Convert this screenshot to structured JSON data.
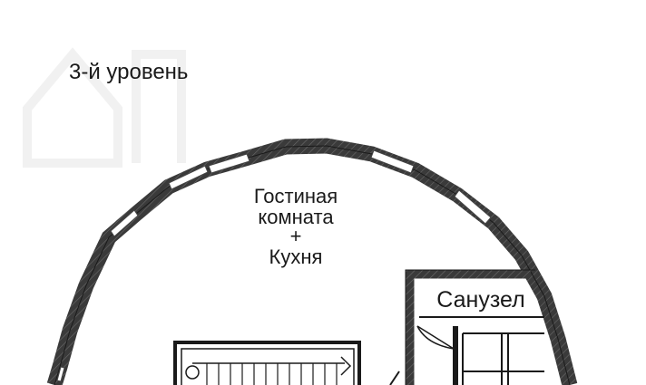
{
  "level_label": "3-й уровень",
  "rooms": {
    "living_line1": "Гостиная",
    "living_line2": "комната",
    "living_line3": "+",
    "living_line4": "Кухня",
    "bathroom": "Санузел"
  },
  "colors": {
    "wall": "#3a3a3a",
    "line": "#1a1a1a",
    "background": "#ffffff",
    "watermark": "#f3f3f3"
  }
}
